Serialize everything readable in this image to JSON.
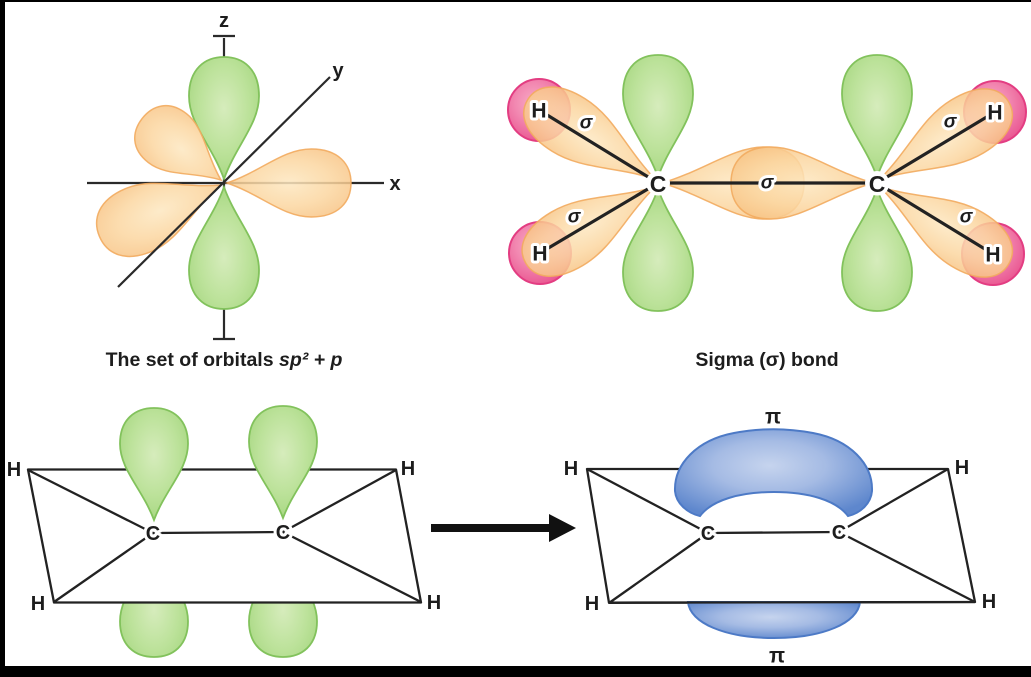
{
  "panel_sp2_set": {
    "axis_z": "z",
    "axis_y": "y",
    "axis_x": "x",
    "caption_prefix": "The set of orbitals ",
    "caption_math": "sp² + p"
  },
  "panel_sigma_bond": {
    "carbon": "C",
    "hydrogen": "H",
    "sigma": "σ",
    "caption": "Sigma (σ) bond"
  },
  "panel_p_orbitals": {
    "carbon": "C",
    "hydrogen": "H"
  },
  "panel_pi_bond": {
    "carbon": "C",
    "hydrogen": "H",
    "pi": "π"
  },
  "colors": {
    "p_orbital_green": "#b9e096",
    "sp2_orbital_orange": "#fbd6a0",
    "hydrogen_pink": "#ee6aa0",
    "pi_orbital_blue": "#8fabdd",
    "line_black": "#222222",
    "background": "#ffffff",
    "frame_black": "#000000"
  }
}
